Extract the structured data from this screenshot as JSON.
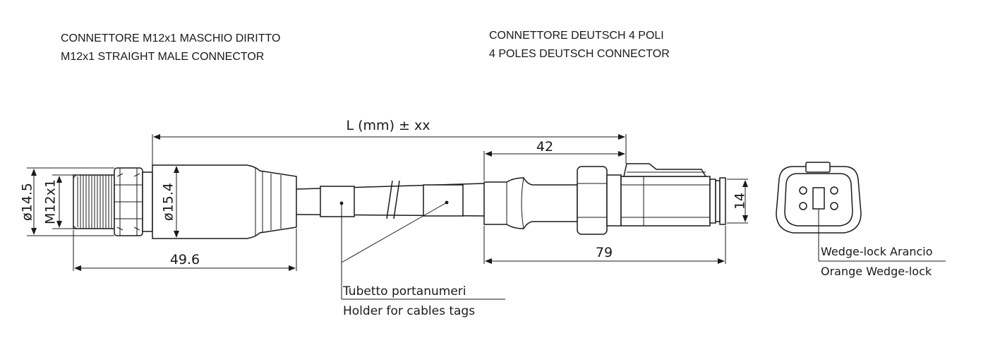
{
  "header": {
    "left_line1": "CONNETTORE M12x1 MASCHIO DIRITTO",
    "left_line2": "M12x1 STRAIGHT MALE CONNECTOR",
    "right_line1": "CONNETTORE DEUTSCH 4 POLI",
    "right_line2": "4 POLES DEUTSCH CONNECTOR"
  },
  "dimensions": {
    "total_length": "L (mm) ± xx",
    "deutsch_body": "42",
    "deutsch_total": "79",
    "deutsch_diameter": "14",
    "m12_length": "49.6",
    "m12_thread_diam": "ø14.5",
    "m12_thread": "M12x1",
    "m12_body_diam": "ø15.4"
  },
  "callouts": {
    "tag_holder_it": "Tubetto portanumeri",
    "tag_holder_en": "Holder for cables tags",
    "wedge_it": "Wedge-lock Arancio",
    "wedge_en": "Orange Wedge-lock"
  }
}
